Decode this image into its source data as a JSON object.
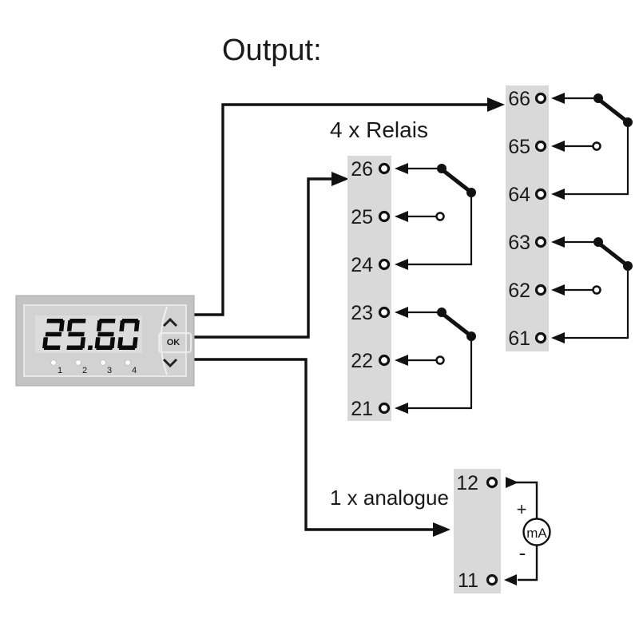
{
  "title": "Output:",
  "device": {
    "display_value": "25.60",
    "buttons": {
      "up_icon": "chevron-up-icon",
      "ok": "OK",
      "down_icon": "chevron-down-icon"
    },
    "led_labels": [
      "1",
      "2",
      "3",
      "4"
    ]
  },
  "relay_section": {
    "label": "4 x Relais",
    "block_a": {
      "terminals": [
        "26",
        "25",
        "24",
        "23",
        "22",
        "21"
      ]
    },
    "block_b": {
      "terminals": [
        "66",
        "65",
        "64",
        "63",
        "62",
        "61"
      ]
    }
  },
  "analogue_section": {
    "label": "1 x analogue",
    "terminals": [
      "12",
      "11"
    ],
    "meter": {
      "label": "mA",
      "plus": "+",
      "minus": "-"
    }
  },
  "colors": {
    "line": "#111111",
    "block_fill": "#d9d9d9",
    "bezel": "#c3c3c3",
    "panel": "#d2d2d2",
    "lcd": "#dcdcdc"
  }
}
